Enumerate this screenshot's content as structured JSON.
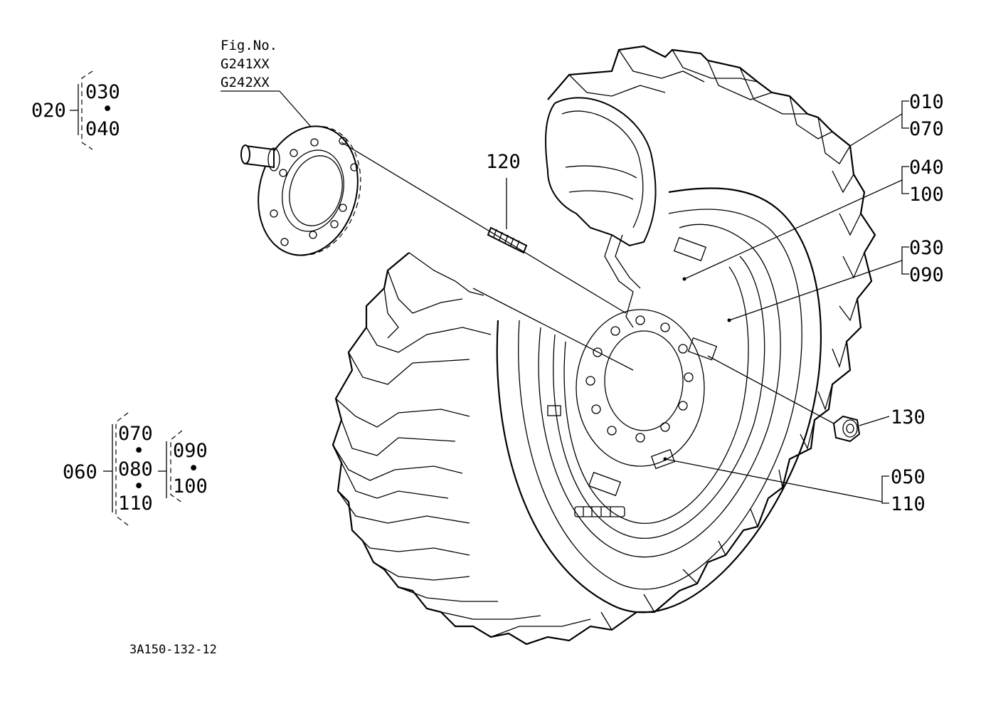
{
  "figure": {
    "fig_no_label": "Fig.No.",
    "fig_refs": [
      "G241XX",
      "G242XX"
    ],
    "drawing_code": "3A150-132-12"
  },
  "callouts": {
    "p010": "010",
    "p070a": "070",
    "p040a": "040",
    "p100a": "100",
    "p030a": "030",
    "p090a": "090",
    "p120": "120",
    "p130": "130",
    "p050": "050",
    "p110a": "110"
  },
  "group_020": {
    "parent": "020",
    "children": [
      "030",
      "040"
    ],
    "separator": "•"
  },
  "group_060": {
    "parent": "060",
    "children": [
      "070",
      "080",
      "110"
    ],
    "sub_children": [
      "090",
      "100"
    ],
    "separator": "•"
  }
}
